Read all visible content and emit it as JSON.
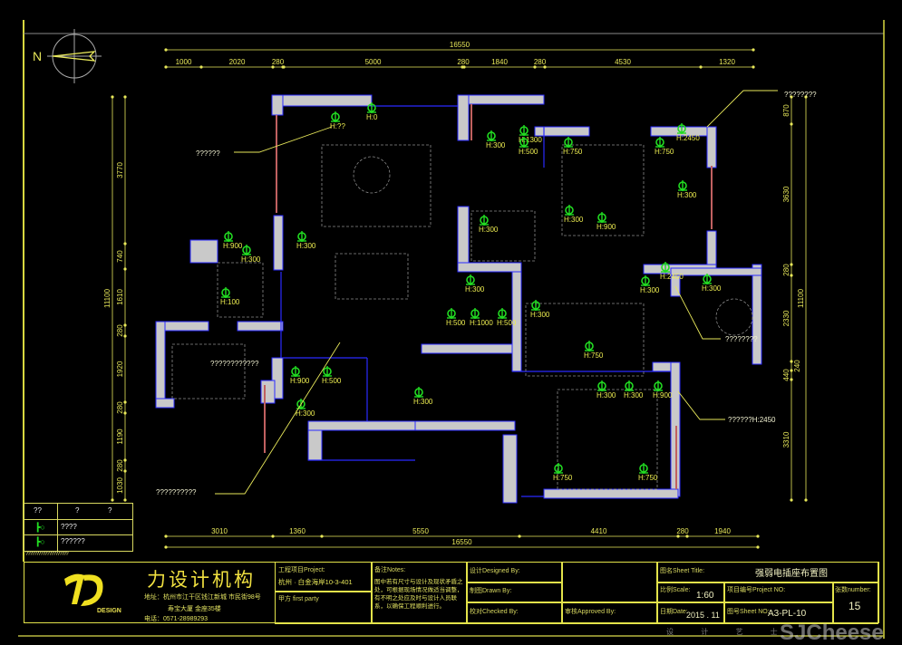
{
  "compass": {
    "north_letter": "N"
  },
  "dimensions": {
    "top_total": "16550",
    "top_segments": [
      "1000",
      "2020",
      "280",
      "5000",
      "280",
      "1840",
      "280",
      "4530",
      "1320"
    ],
    "bottom_total": "16550",
    "bottom_segments": [
      "3010",
      "1360",
      "5550",
      "4410",
      "280",
      "1940"
    ],
    "left_total": "11100",
    "left_segments": [
      "3770",
      "740",
      "1610",
      "280",
      "1920",
      "280",
      "1190",
      "280",
      "1030"
    ],
    "right_total": "11100",
    "right_segments": [
      "870",
      "3630",
      "280",
      "2330",
      "240",
      "440",
      "3310"
    ]
  },
  "sockets": [
    "H:0",
    "H:??",
    "H:900",
    "H:300",
    "H:300",
    "H:100",
    "H:300",
    "H:1300",
    "H:500",
    "H:750",
    "H:750",
    "H:2450",
    "H:300",
    "H:300",
    "H:900",
    "H:300",
    "H:300",
    "H:300",
    "H:2450",
    "H:300",
    "H:900",
    "H:500",
    "H:300",
    "H:300",
    "H:500",
    "H:1000",
    "H:500",
    "H:300",
    "H:750",
    "H:300",
    "H:300",
    "H:900",
    "H:750",
    "H:750"
  ],
  "annotations": [
    "??????",
    "????????????",
    "??????????",
    "????????",
    "????????",
    "??????H:2450"
  ],
  "legend": {
    "headers": [
      "??",
      "?",
      "?"
    ],
    "rows": [
      {
        "icon": "socket-five-hole-icon",
        "label": "????"
      },
      {
        "icon": "socket-waterproof-icon",
        "label": "??????"
      }
    ],
    "note": "????????????????????"
  },
  "title_block": {
    "company_name": "力设计机构",
    "logo_text": "DESIGN",
    "address_line1": "地址：杭州市江干区钱江新城 市民街98号",
    "address_line2": "寿宝大厦 金座35楼",
    "phone": "电话：0571-28989293",
    "project_label": "工程项目Project:",
    "project_value": "杭州 · 白金海岸10-3-401",
    "client_label": "甲方 first party",
    "notes_label": "备注Notes:",
    "notes_text": "图中若有尺寸与设计及现状矛盾之处，可根据现场情况做适当调整，有不明之处应及时与设计人员联系，以确保工程顺利进行。",
    "designed_by": "设计Designed By:",
    "drawn_by": "制图Drawn By:",
    "checked_by": "校对Checked By:",
    "approved_by": "审核Approved By:",
    "sheet_title_label": "图名Sheet Title:",
    "sheet_title": "强弱电插座布置图",
    "scale_label": "比例Scale:",
    "scale": "1:60",
    "project_no_label": "项目编号Project NO:",
    "number_label": "张数number:",
    "number": "15",
    "date_label": "日期Date:",
    "date": "2015 . 11",
    "sheet_no_label": "图号Sheet NO:",
    "sheet_no": "A3-PL-10"
  },
  "watermark": {
    "brand": "SJCheese",
    "sub": "设 计 艺 士"
  },
  "colors": {
    "wall": "#c9c9c9",
    "wall_edge": "#2a2aff",
    "socket": "#22dd22",
    "dim": "#e8e85a",
    "door": "#c06060"
  }
}
